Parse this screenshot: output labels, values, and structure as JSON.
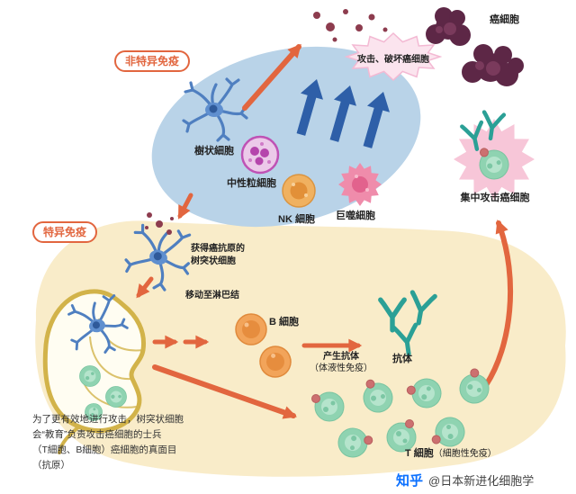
{
  "badges": {
    "nonspecific": "非特异免疫",
    "specific": "特异免疫"
  },
  "cells": {
    "dendritic": "樹状細胞",
    "neutrophil": "中性粒細胞",
    "nk": "NK 細胞",
    "macrophage": "巨噬細胞",
    "cancer": "癌細胞",
    "b_cell": "B 細胞",
    "t_cell_name": "T 細胞",
    "t_cell_note": "（細胞性免疫）",
    "antibody": "抗体"
  },
  "annotations": {
    "attack_burst": "攻击、破坏癌细胞",
    "focus_attack": "集中攻击癌细胞",
    "acquired_antigen_line1": "获得癌抗原的",
    "acquired_antigen_line2": "树突状细胞",
    "move_to_lymph_node": "移动至淋巴结",
    "produce_antibody_line1": "产生抗体",
    "produce_antibody_line2": "（体液性免疫）"
  },
  "caption": {
    "line1": "为了更有效地进行攻击，树突状细胞",
    "line2": "会“教育”负责攻击癌细胞的士兵",
    "line3": "（T細胞、B細胞）癌細胞的真面目",
    "line4": "（抗原）"
  },
  "watermark": {
    "logo": "知乎",
    "account": "@日本新进化细胞学"
  },
  "colors": {
    "accent_orange": "#e2663f",
    "nonspecific_blob": "#b9d3e8",
    "specific_blob": "#f9ecc9",
    "blue_arrow": "#2e5fa8",
    "antibody_teal": "#2ba096",
    "t_cell_green": "#8fd3b1",
    "b_cell_orange": "#f2a45a",
    "cancer_purple": "#5d2746",
    "burst_pink": "#f7c6d8",
    "lymph_outline": "#d2b34a",
    "zhihu_blue": "#0b70ff"
  }
}
